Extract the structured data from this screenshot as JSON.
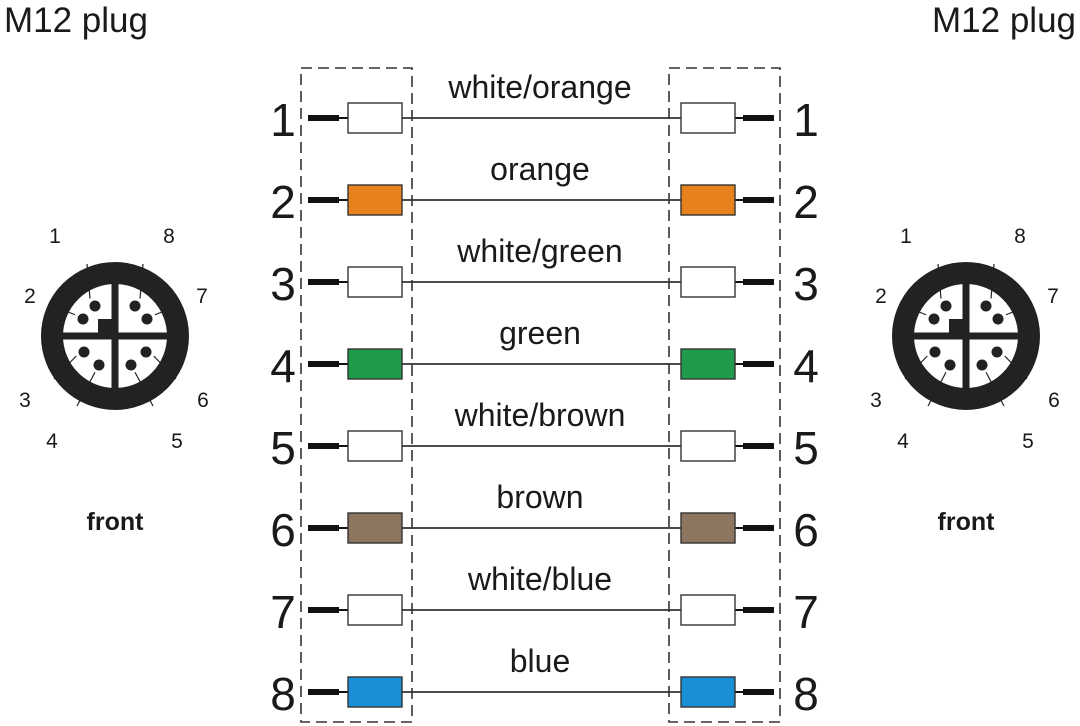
{
  "titles": {
    "left": "M12 plug",
    "right": "M12 plug"
  },
  "connectors": {
    "left": {
      "label": "front",
      "pins": [
        "1",
        "2",
        "3",
        "4",
        "5",
        "6",
        "7",
        "8"
      ]
    },
    "right": {
      "label": "front",
      "pins": [
        "1",
        "2",
        "3",
        "4",
        "5",
        "6",
        "7",
        "8"
      ]
    }
  },
  "wires": [
    {
      "pin": "1",
      "label": "white/orange",
      "color": "#ffffff"
    },
    {
      "pin": "2",
      "label": "orange",
      "color": "#e6811d"
    },
    {
      "pin": "3",
      "label": "white/green",
      "color": "#ffffff"
    },
    {
      "pin": "4",
      "label": "green",
      "color": "#1e9a4a"
    },
    {
      "pin": "5",
      "label": "white/brown",
      "color": "#ffffff"
    },
    {
      "pin": "6",
      "label": "brown",
      "color": "#8c7660"
    },
    {
      "pin": "7",
      "label": "white/blue",
      "color": "#ffffff"
    },
    {
      "pin": "8",
      "label": "blue",
      "color": "#1b8fd6"
    }
  ]
}
